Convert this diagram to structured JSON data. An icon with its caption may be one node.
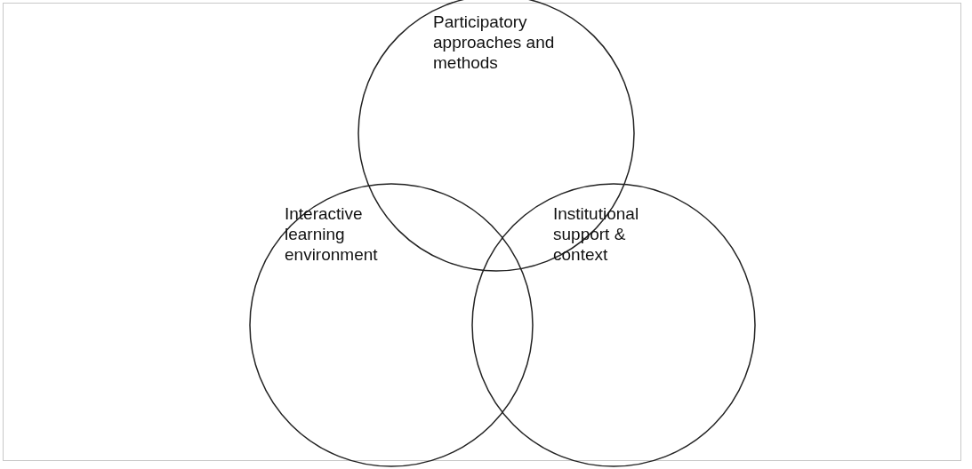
{
  "diagram": {
    "nodes": [
      {
        "text": [
          "Participatory approaches and methods"
        ]
      },
      {
        "text": [
          "Interactive learning environment"
        ]
      },
      {
        "text": [
          "Institutional support & context"
        ]
      }
    ]
  }
}
